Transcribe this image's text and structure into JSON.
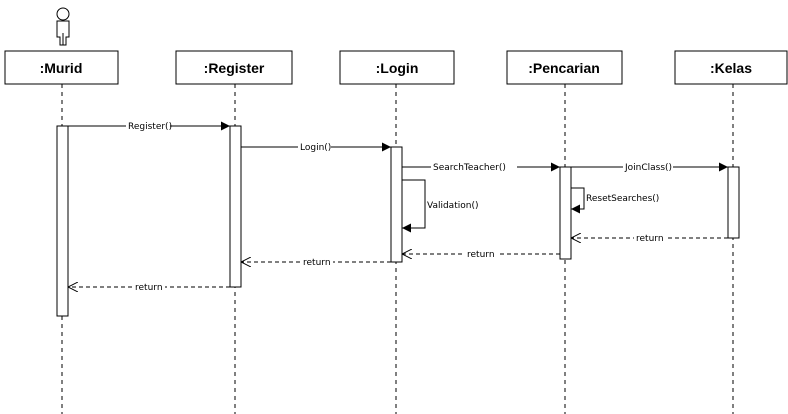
{
  "actor_icon": "stick-figure-icon",
  "lifelines": [
    {
      "id": "murid",
      "label": ":Murid"
    },
    {
      "id": "register",
      "label": ":Register"
    },
    {
      "id": "login",
      "label": ":Login"
    },
    {
      "id": "pencarian",
      "label": ":Pencarian"
    },
    {
      "id": "kelas",
      "label": ":Kelas"
    }
  ],
  "messages": [
    {
      "id": "register-call",
      "label": "Register()",
      "from": "murid",
      "to": "register",
      "kind": "sync"
    },
    {
      "id": "login-call",
      "label": "Login()",
      "from": "register",
      "to": "login",
      "kind": "sync"
    },
    {
      "id": "searchteacher-call",
      "label": "SearchTeacher()",
      "from": "login",
      "to": "pencarian",
      "kind": "sync"
    },
    {
      "id": "joinclass-call",
      "label": "JoinClass()",
      "from": "pencarian",
      "to": "kelas",
      "kind": "sync"
    },
    {
      "id": "validation-self",
      "label": "Validation()",
      "from": "login",
      "to": "login",
      "kind": "self"
    },
    {
      "id": "resetsearches-self",
      "label": "ResetSearches()",
      "from": "pencarian",
      "to": "pencarian",
      "kind": "self"
    },
    {
      "id": "return-kelas",
      "label": "return",
      "from": "kelas",
      "to": "pencarian",
      "kind": "return"
    },
    {
      "id": "return-pencarian",
      "label": "return",
      "from": "pencarian",
      "to": "login",
      "kind": "return"
    },
    {
      "id": "return-login",
      "label": "return",
      "from": "login",
      "to": "register",
      "kind": "return"
    },
    {
      "id": "return-register",
      "label": "return",
      "from": "register",
      "to": "murid",
      "kind": "return"
    }
  ]
}
